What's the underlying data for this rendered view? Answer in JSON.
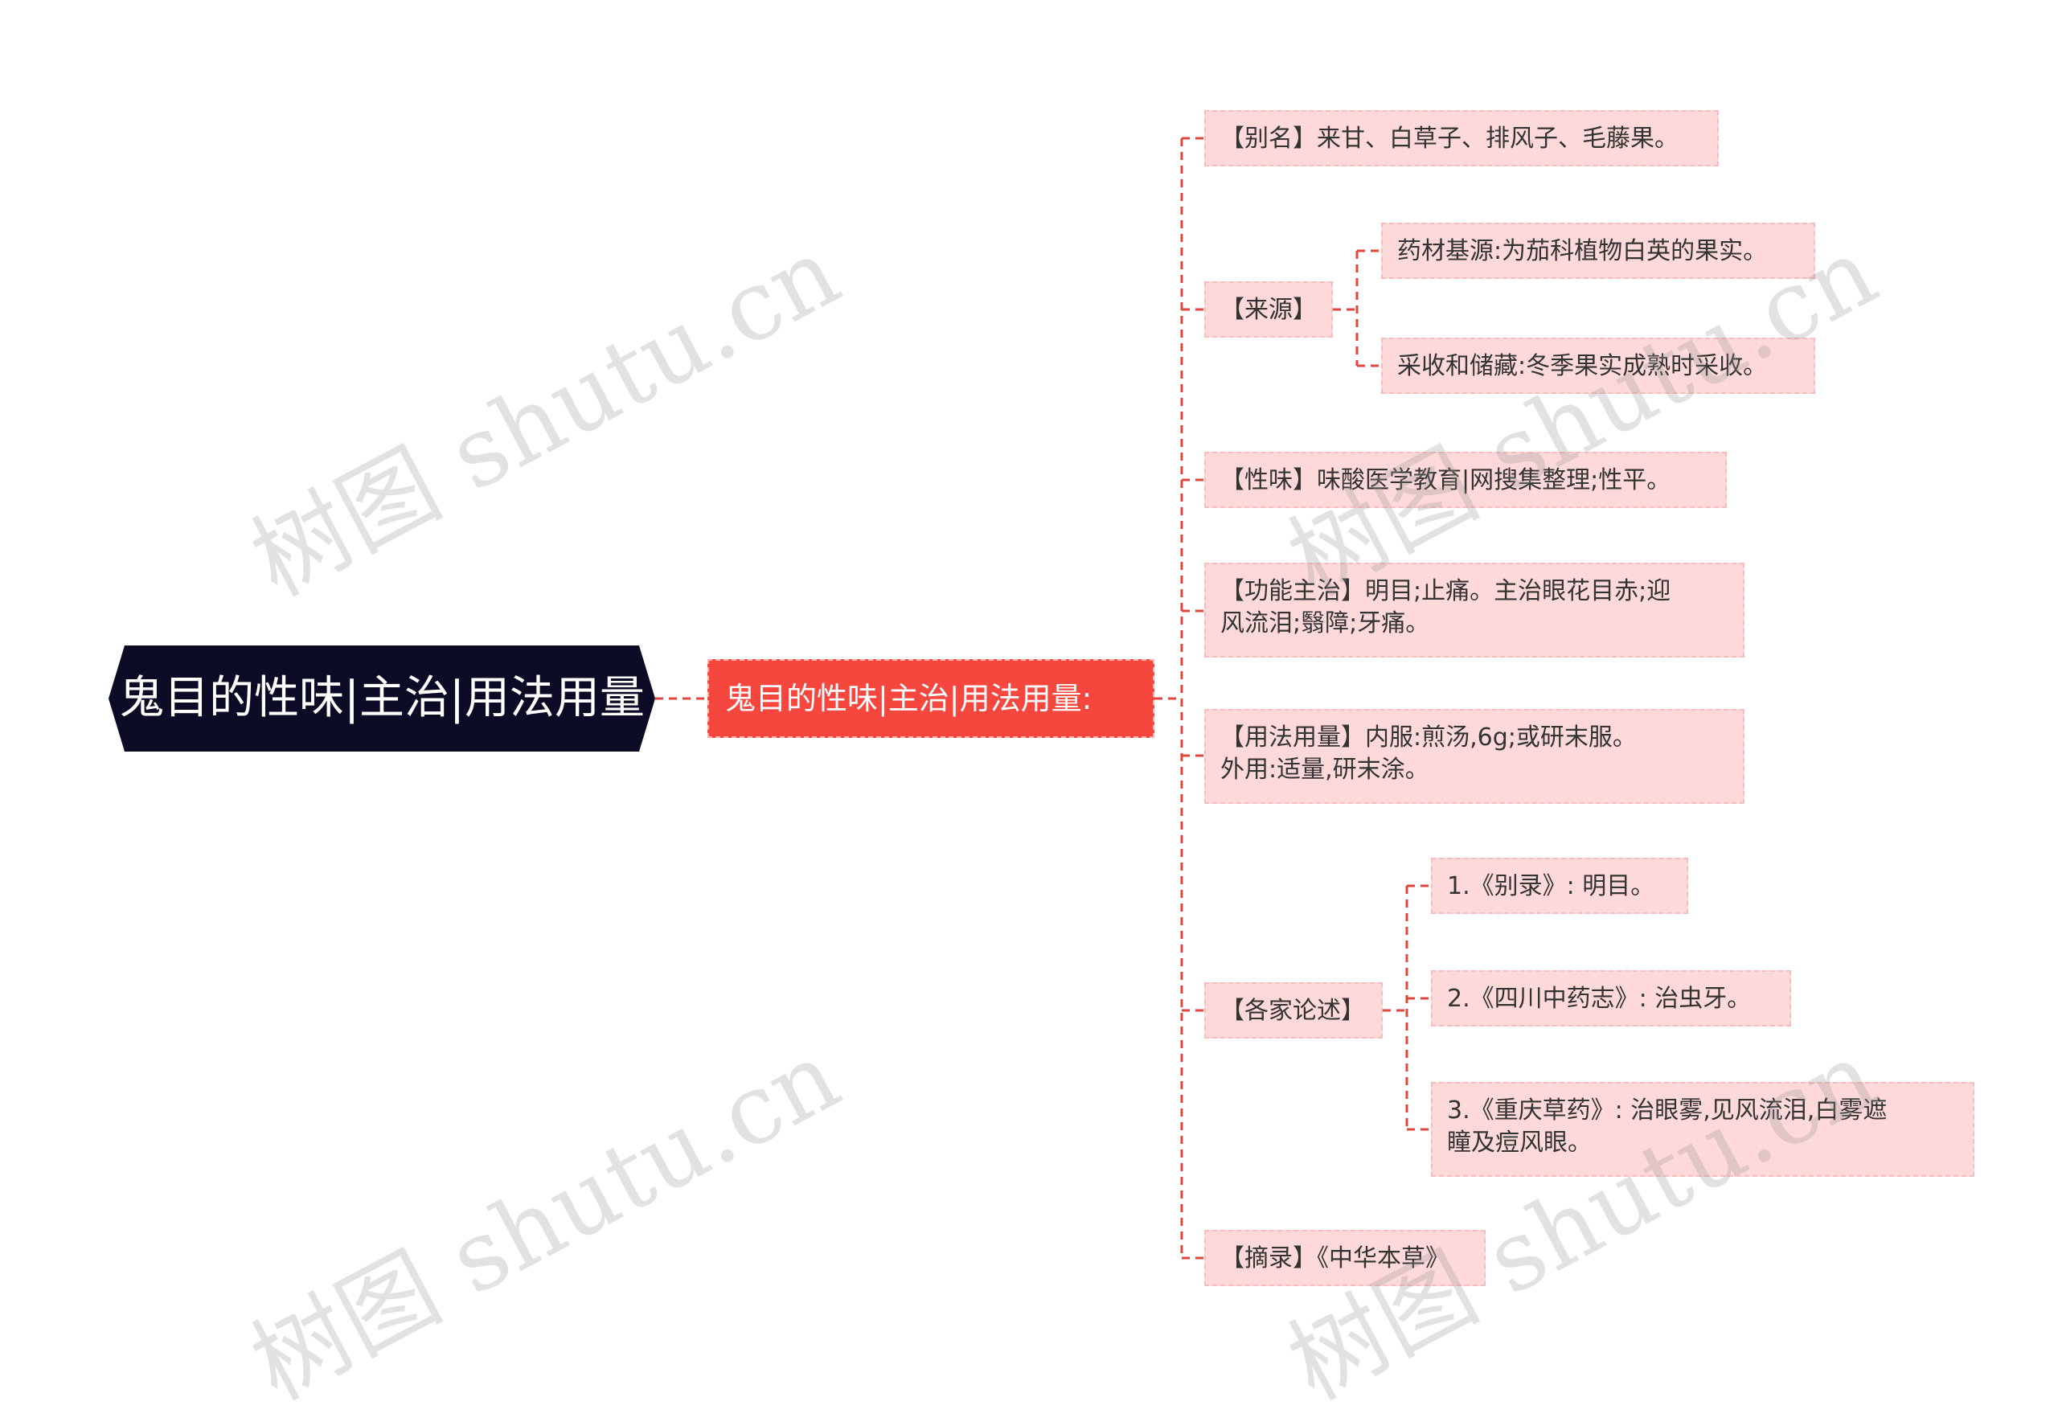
{
  "root": {
    "label": "鬼目的性味|主治|用法用量"
  },
  "sub": {
    "label": "鬼目的性味|主治|用法用量:"
  },
  "nodes": {
    "alias": "【别名】来甘、白草子、排风子、毛藤果。",
    "source": "【来源】",
    "source_origin": "药材基源:为茄科植物白英的果实。",
    "source_harvest": "采收和储藏:冬季果实成熟时采收。",
    "taste": "【性味】味酸医学教育|网搜集整理;性平。",
    "function_line1": "【功能主治】明目;止痛。主治眼花目赤;迎",
    "function_line2": "风流泪;翳障;牙痛。",
    "usage_line1": "【用法用量】内服:煎汤,6g;或研末服。",
    "usage_line2": "外用:适量,研末涂。",
    "commentary": "【各家论述】",
    "comment1": "1.《别录》: 明目。",
    "comment2": "2.《四川中药志》: 治虫牙。",
    "comment3_line1": "3.《重庆草药》: 治眼雾,见风流泪,白雾遮",
    "comment3_line2": "瞳及痘风眼。",
    "excerpt": "【摘录】《中华本草》"
  },
  "watermark": "树图 shutu.cn",
  "colors": {
    "root_bg": "#0c0b26",
    "sub_bg": "#f5473e",
    "node_bg": "#fdd9d9",
    "connector": "#e0463c"
  }
}
